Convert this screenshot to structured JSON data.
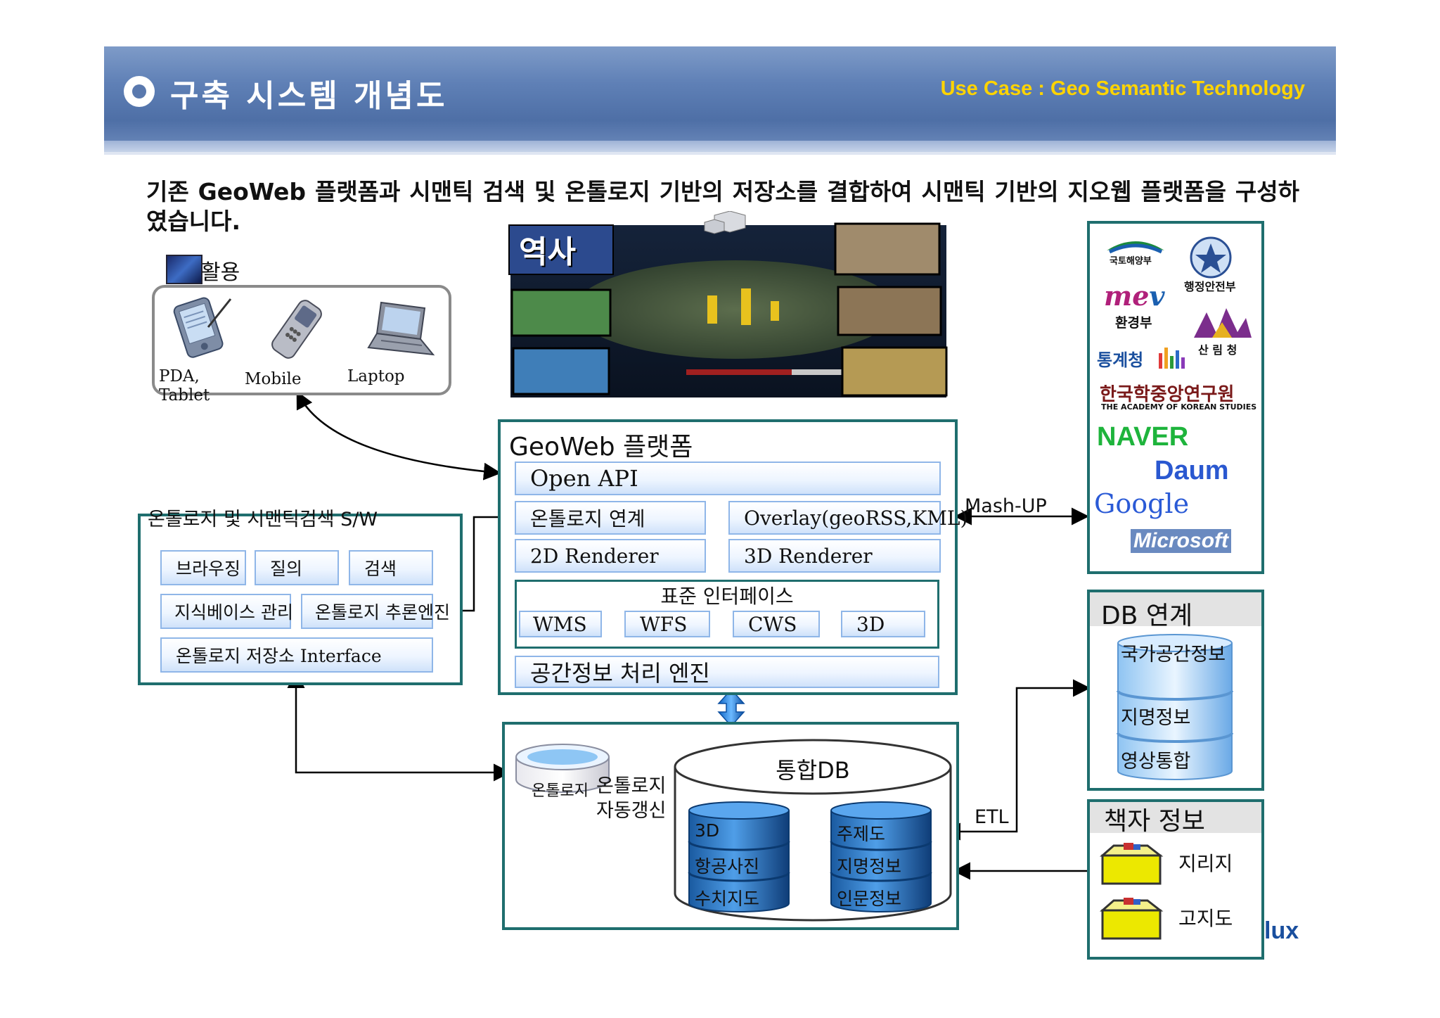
{
  "header": {
    "title": "구축 시스템 개념도",
    "subtitle": "Use Case : Geo Semantic Technology"
  },
  "intro_text": "기존 GeoWeb 플랫폼과 시맨틱 검색 및 온톨로지 기반의 저장소를 결합하여 시맨틱 기반의 지오웹 플랫폼을 구성하였습니다.",
  "utilization": {
    "label": "활용",
    "devices": [
      "PDA,\nTablet",
      "Mobile",
      "Laptop"
    ]
  },
  "geoweb": {
    "title": "GeoWeb 플랫폼",
    "open_api": "Open API",
    "ontology_link": "온톨로지 연계",
    "overlay": "Overlay(geoRSS,KML)",
    "renderer_2d": "2D Renderer",
    "renderer_3d": "3D Renderer",
    "std_interface": "표준 인터페이스",
    "interfaces": [
      "WMS",
      "WFS",
      "CWS",
      "3D"
    ],
    "engine": "공간정보 처리 엔진"
  },
  "mashup_label": "Mash-UP",
  "etl_label": "ETL",
  "ontology_sw": {
    "title": "온톨로지 및 시맨틱검색 S/W",
    "browse": "브라우징",
    "query": "질의",
    "search": "검색",
    "kb_manage": "지식베이스 관리",
    "reasoning": "온톨로지 추론엔진",
    "storage": "온톨로지 저장소 Interface"
  },
  "db": {
    "ontology_db": "온톨로지",
    "auto_update": "온톨로지\n자동갱신",
    "integrated": "통합DB",
    "left_stack": [
      "3D",
      "항공사진",
      "수치지도"
    ],
    "right_stack": [
      "주제도",
      "지명정보",
      "인문정보"
    ]
  },
  "partners": [
    "국토해양부",
    "행정안전부",
    "환경부",
    "산 림 청",
    "통계청",
    "한국학중앙연구원",
    "THE ACADEMY OF KOREAN STUDIES",
    "NAVER",
    "Daum",
    "Google",
    "Microsoft"
  ],
  "db_link": {
    "title": "DB 연계",
    "items": [
      "국가공간정보",
      "지명정보",
      "영상통합"
    ]
  },
  "book_info": {
    "title": "책자 정보",
    "items": [
      "지리지",
      "고지도"
    ]
  },
  "footer_fragment": "lux",
  "map_title_script": "역사",
  "colors": {
    "panel_border": "#1f6e6e",
    "header_blue": "#5a79ae",
    "accent_yellow": "#ffd400"
  }
}
